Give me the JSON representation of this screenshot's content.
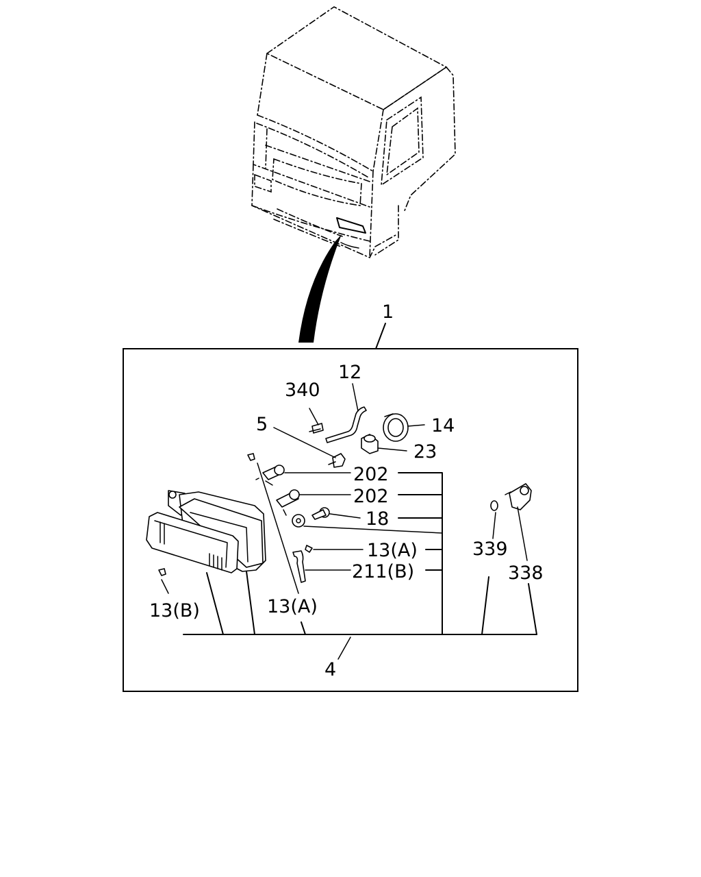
{
  "callouts": {
    "assembly": "1",
    "harness": "4",
    "bulb": "5",
    "connector_wire": "12",
    "clip_a_upper": "13(A)",
    "clip_a_lower": "13(A)",
    "clip_b": "13(B)",
    "cover": "14",
    "screw": "18",
    "grommet": "23",
    "bolt_upper": "202",
    "bolt_lower": "202",
    "pin": "211(B)",
    "bracket": "338",
    "nut": "339",
    "socket": "340"
  }
}
